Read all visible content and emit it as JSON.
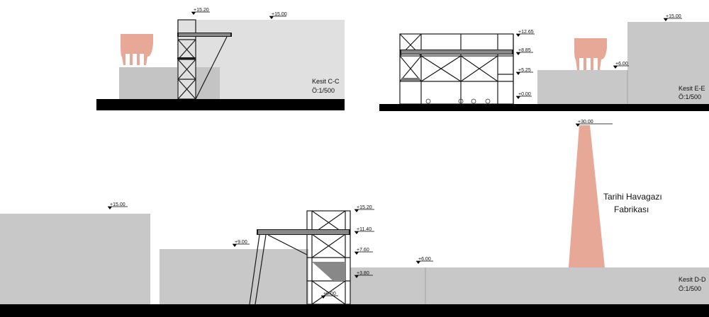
{
  "drawing": {
    "section_cc": {
      "title": "Kesit C-C",
      "scale": "Ö:1/500",
      "levels": [
        "+15.20",
        "+15.00"
      ]
    },
    "section_ee": {
      "title": "Kesit E-E",
      "scale": "Ö:1/500",
      "levels": [
        "+12.65",
        "+8.85",
        "+5.25",
        "+0.00",
        "+6.00",
        "+15.00"
      ]
    },
    "section_dd": {
      "title": "Kesit D-D",
      "scale": "Ö:1/500",
      "levels": [
        "+15.00",
        "+9.00",
        "+15.20",
        "+11.40",
        "+7.60",
        "+3.80",
        "+0.00",
        "+6.00",
        "+30.00"
      ]
    },
    "landmark": {
      "line1": "Tarihi Havagazı",
      "line2": "Fabrikası"
    },
    "colors": {
      "ground": "#000000",
      "building_light": "#e0e0e0",
      "building_mid": "#c8c8c8",
      "chimney": "#e8a898",
      "structure": "#1a1a1a"
    }
  }
}
